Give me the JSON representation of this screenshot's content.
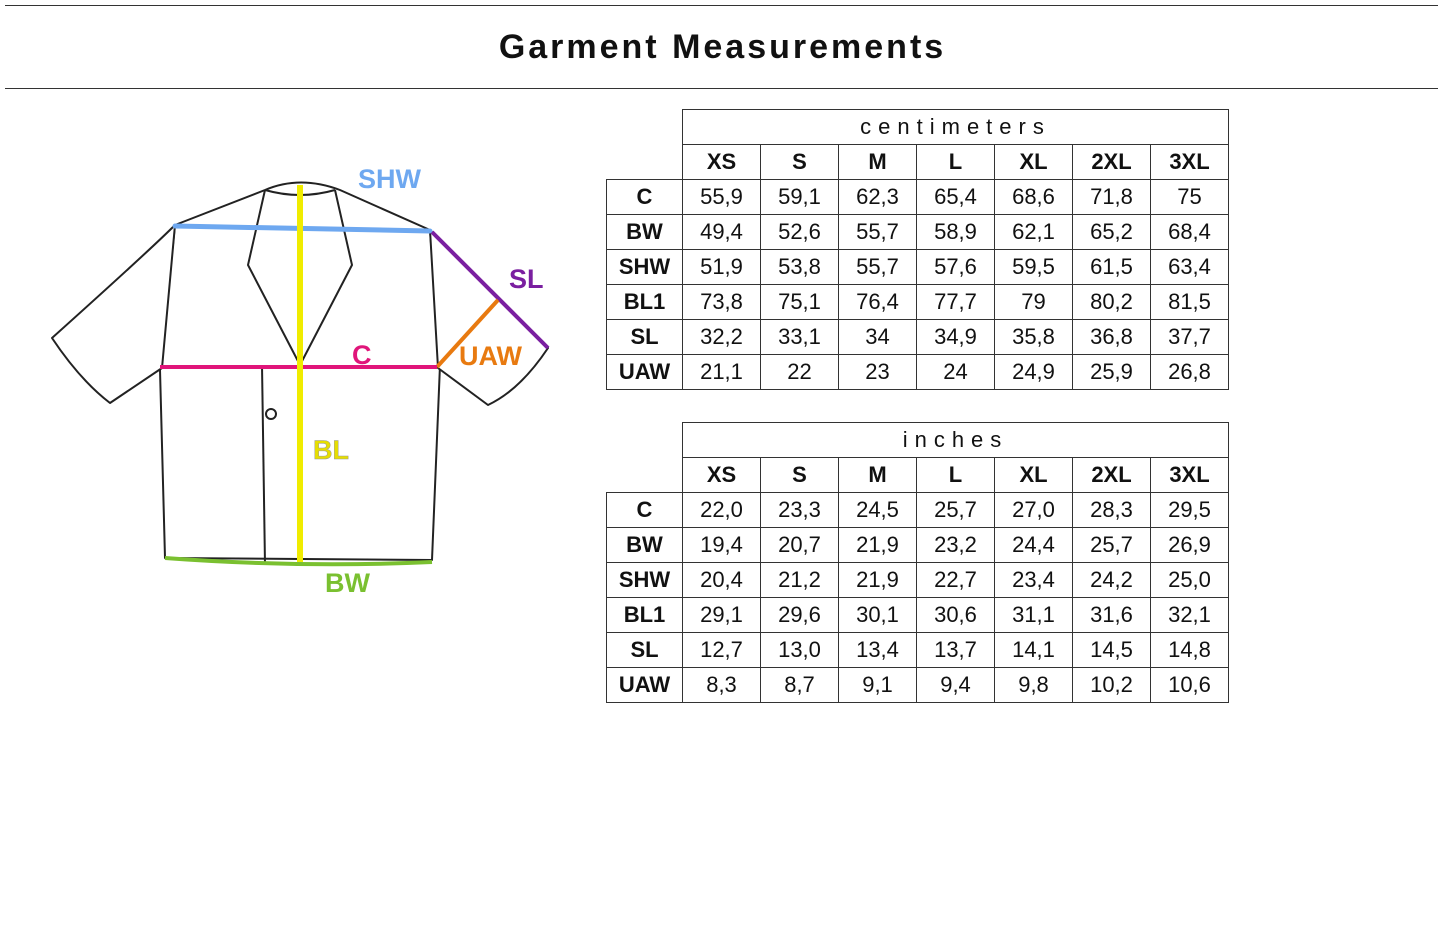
{
  "title": "Garment Measurements",
  "diagram": {
    "labels": {
      "SHW": "SHW",
      "SL": "SL",
      "C": "C",
      "UAW": "UAW",
      "BL": "BL",
      "BW": "BW"
    },
    "colors": {
      "SHW": "#6ea8f0",
      "SL": "#7a1fa0",
      "C": "#e0157a",
      "UAW": "#e87a10",
      "BL": "#f0ec00",
      "BW": "#7ac030"
    }
  },
  "sizes": [
    "XS",
    "S",
    "M",
    "L",
    "XL",
    "2XL",
    "3XL"
  ],
  "tables": [
    {
      "unit": "centimeters",
      "rows": [
        {
          "label": "C",
          "values": [
            "55,9",
            "59,1",
            "62,3",
            "65,4",
            "68,6",
            "71,8",
            "75"
          ]
        },
        {
          "label": "BW",
          "values": [
            "49,4",
            "52,6",
            "55,7",
            "58,9",
            "62,1",
            "65,2",
            "68,4"
          ]
        },
        {
          "label": "SHW",
          "values": [
            "51,9",
            "53,8",
            "55,7",
            "57,6",
            "59,5",
            "61,5",
            "63,4"
          ]
        },
        {
          "label": "BL1",
          "values": [
            "73,8",
            "75,1",
            "76,4",
            "77,7",
            "79",
            "80,2",
            "81,5"
          ]
        },
        {
          "label": "SL",
          "values": [
            "32,2",
            "33,1",
            "34",
            "34,9",
            "35,8",
            "36,8",
            "37,7"
          ]
        },
        {
          "label": "UAW",
          "values": [
            "21,1",
            "22",
            "23",
            "24",
            "24,9",
            "25,9",
            "26,8"
          ]
        }
      ]
    },
    {
      "unit": "inches",
      "rows": [
        {
          "label": "C",
          "values": [
            "22,0",
            "23,3",
            "24,5",
            "25,7",
            "27,0",
            "28,3",
            "29,5"
          ]
        },
        {
          "label": "BW",
          "values": [
            "19,4",
            "20,7",
            "21,9",
            "23,2",
            "24,4",
            "25,7",
            "26,9"
          ]
        },
        {
          "label": "SHW",
          "values": [
            "20,4",
            "21,2",
            "21,9",
            "22,7",
            "23,4",
            "24,2",
            "25,0"
          ]
        },
        {
          "label": "BL1",
          "values": [
            "29,1",
            "29,6",
            "30,1",
            "30,6",
            "31,1",
            "31,6",
            "32,1"
          ]
        },
        {
          "label": "SL",
          "values": [
            "12,7",
            "13,0",
            "13,4",
            "13,7",
            "14,1",
            "14,5",
            "14,8"
          ]
        },
        {
          "label": "UAW",
          "values": [
            "8,3",
            "8,7",
            "9,1",
            "9,4",
            "9,8",
            "10,2",
            "10,6"
          ]
        }
      ]
    }
  ]
}
